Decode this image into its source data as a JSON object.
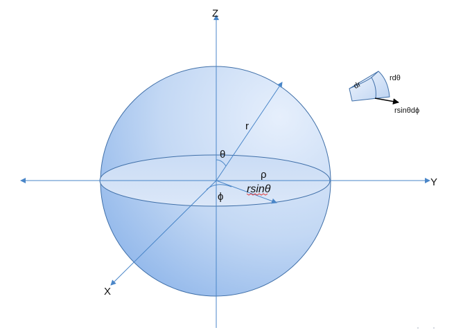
{
  "diagram": {
    "axes": {
      "z": "Z",
      "y": "Y",
      "x": "X"
    },
    "symbols": {
      "r": "r",
      "theta": "θ",
      "phi": "ϕ",
      "rho": "ρ",
      "rsin_theta": "rsinθ"
    },
    "volume_element": {
      "dr": "dr",
      "r_dtheta": "rdθ",
      "r_sin_theta_dphi": "rsinθdϕ"
    },
    "colors": {
      "axis": "#4a86c8",
      "sphere_edge": "#3f6fa8",
      "sphere_light": "#dde9fa",
      "sphere_dark": "#8fb6ea",
      "equator_fill": "#d2e2f7",
      "squiggle": "#e03b3b",
      "arrow": "#000000"
    }
  }
}
